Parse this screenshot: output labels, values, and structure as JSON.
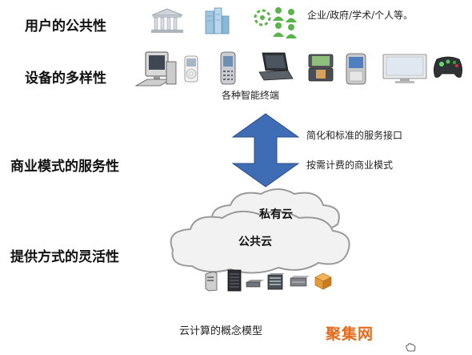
{
  "headings": {
    "users": "用户的公共性",
    "devices": "设备的多样性",
    "business": "商业模式的服务性",
    "delivery": "提供方式的灵活性"
  },
  "users_caption": "企业/政府/学术/个人等。",
  "devices_caption": "各种智能终端",
  "arrow_notes": {
    "top": "简化和标准的服务接口",
    "bottom": "按需计费的商业模式"
  },
  "clouds": {
    "private": "私有云",
    "public": "公共云"
  },
  "footer_caption": "云计算的概念模型",
  "watermark": "聚集网",
  "icons": {
    "users": [
      "government-building-icon",
      "office-buildings-icon",
      "people-group-icon"
    ],
    "devices": [
      "desktop-computer-icon",
      "mp3-player-icon",
      "mobile-phone-icon",
      "laptop-icon",
      "handheld-game-console-icon",
      "smartphone-icon",
      "flat-tv-icon",
      "gamepad-icon"
    ],
    "servers": [
      "tower-server-icon",
      "rack-server-icon",
      "network-switch-icon",
      "storage-array-icon",
      "blade-server-icon",
      "router-icon"
    ]
  },
  "colors": {
    "arrow": "#3e6db5",
    "cloud_fill": "#f2f2f2",
    "cloud_stroke": "#9a9a9a",
    "watermark": "#e46a1c",
    "people": "#59b54a"
  }
}
